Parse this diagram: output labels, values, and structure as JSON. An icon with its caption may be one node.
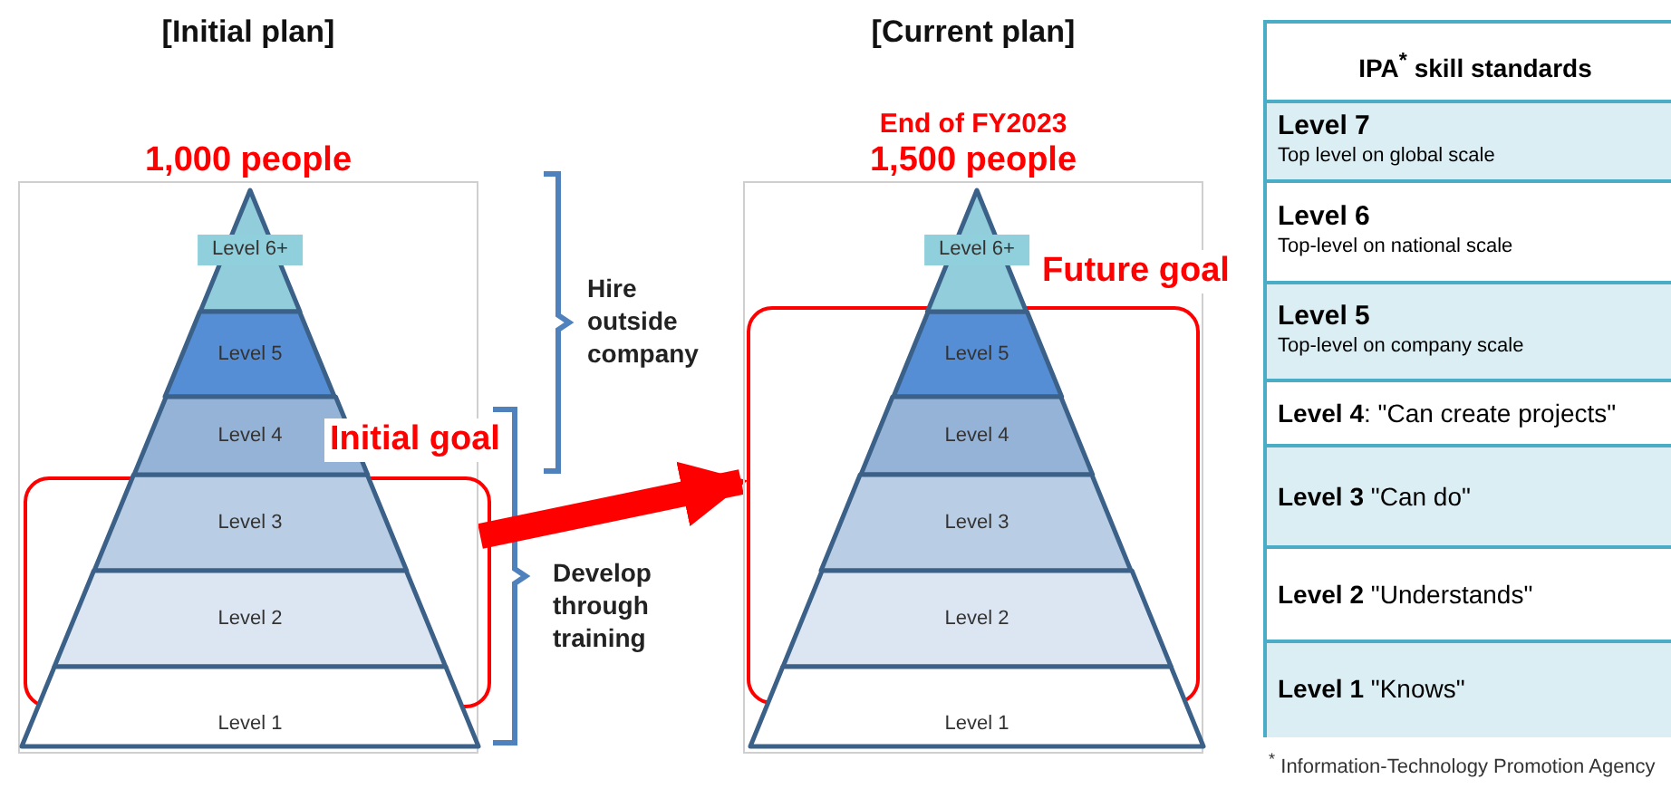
{
  "diagram": {
    "nodes": [
      {
        "text": [
          "[Initial plan]",
          "1,000 people"
        ]
      },
      {
        "text": [
          "Level 6+"
        ],
        "in": 0
      },
      {
        "text": [
          "Level 5"
        ],
        "in": 0
      },
      {
        "text": [
          "Level 4"
        ],
        "in": 0
      },
      {
        "text": [
          "Level 3"
        ],
        "in": 7
      },
      {
        "text": [
          "Level 2"
        ],
        "in": 7
      },
      {
        "text": [
          "Level 1"
        ],
        "in": 0
      },
      {
        "text": [
          "Initial goal"
        ],
        "in": 0
      },
      {
        "text": [
          "[Current plan]",
          "End of FY2023",
          "1,500 people"
        ]
      },
      {
        "text": [
          "Level 6+"
        ],
        "in": 8
      },
      {
        "text": [
          "Level 5"
        ],
        "in": 15
      },
      {
        "text": [
          "Level 4"
        ],
        "in": 15
      },
      {
        "text": [
          "Level 3"
        ],
        "in": 15
      },
      {
        "text": [
          "Level 2"
        ],
        "in": 15
      },
      {
        "text": [
          "Level 1"
        ],
        "in": 8
      },
      {
        "text": [
          "Future goal"
        ],
        "in": 8
      }
    ],
    "edges": [
      {
        "from": 0,
        "to": 8,
        "arrow": "to",
        "color": "#ff0000"
      }
    ],
    "labels": [
      "Hire outside company",
      "Develop through training",
      "IPA$^{*}$ skill standards",
      "Level 7",
      "Top level on global scale",
      "Level 6",
      "Top-level on national scale",
      "Level 5",
      "Top-level on company scale",
      "**Level 4**: \"Can create projects\"",
      "**Level 3** \"Can do\"",
      "**Level 2** \"Understands\"",
      "**Level 1** \"Knows\"",
      "$^{*}$ Information-Technology Promotion Agency"
    ]
  }
}
